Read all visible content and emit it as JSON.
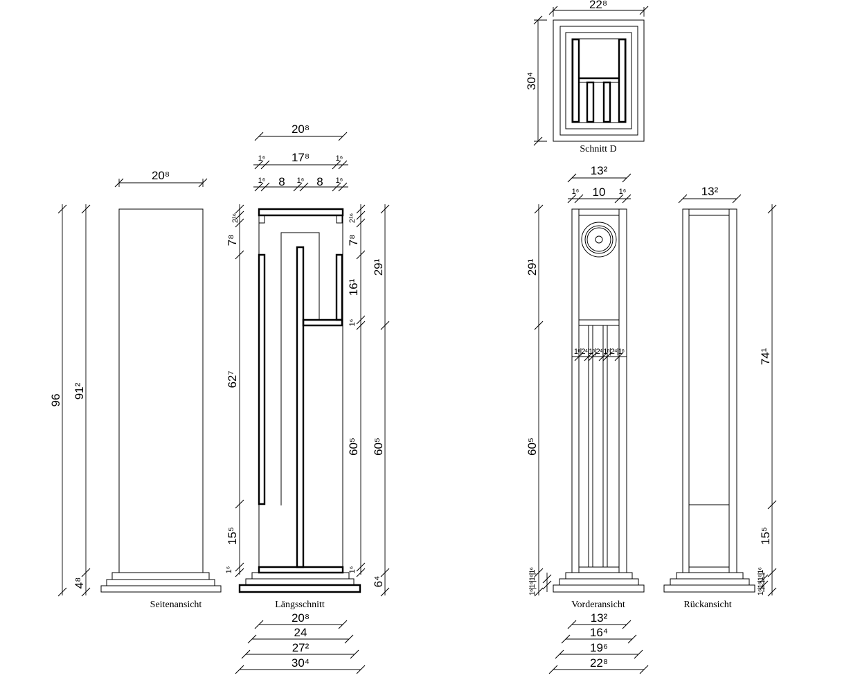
{
  "views": {
    "side": "Seitenansicht",
    "longitudinal": "Längsschnitt",
    "front": "Vorderansicht",
    "back": "Rückansicht",
    "section": "Schnitt D"
  },
  "dims": {
    "side_width": "20⁸",
    "side_total": "96",
    "side_body": "91²",
    "side_base": "4⁸",
    "ls_top_width": "20⁸",
    "ls_top_inner": "17⁸",
    "ls_top_wall_l": "1⁶",
    "ls_top_wall_r": "1⁶",
    "ls_row2_a": "1⁶",
    "ls_row2_b": "8",
    "ls_row2_c": "1⁶",
    "ls_row2_d": "8",
    "ls_row2_e": "1⁶",
    "ls_left_a": "2¹⁶",
    "ls_left_b": "7⁸",
    "ls_left_c": "62⁷",
    "ls_left_d": "15⁵",
    "ls_left_e": "1⁶",
    "ls_right_a": "2¹⁶",
    "ls_right_b": "7⁸",
    "ls_right_c": "16¹",
    "ls_right_d": "1⁶",
    "ls_right_e": "60⁵",
    "ls_right_f": "1⁶",
    "ls_outer_a": "29¹",
    "ls_outer_b": "60⁵",
    "ls_outer_c": "6⁴",
    "ls_bot_1": "20⁸",
    "ls_bot_2": "24",
    "ls_bot_3": "27²",
    "ls_bot_4": "30⁴",
    "sec_width": "22⁸",
    "sec_height": "30⁴",
    "front_width": "13²",
    "front_wall_l": "1⁶",
    "front_inner": "10",
    "front_wall_r": "1⁶",
    "front_upper": "29¹",
    "front_lower": "60⁵",
    "front_slots": "1⁶|2⁴|1⁶|2⁴|1⁶|2⁴|1⁶",
    "front_base_steps": "1⁶|1⁶|1⁶|1⁶",
    "front_bot_1": "13²",
    "front_bot_2": "16⁴",
    "front_bot_3": "19⁶",
    "front_bot_4": "22⁸",
    "back_width": "13²",
    "back_upper": "74¹",
    "back_lower": "15⁵",
    "back_base_steps": "1⁶|1⁶|1⁶|1⁶"
  }
}
